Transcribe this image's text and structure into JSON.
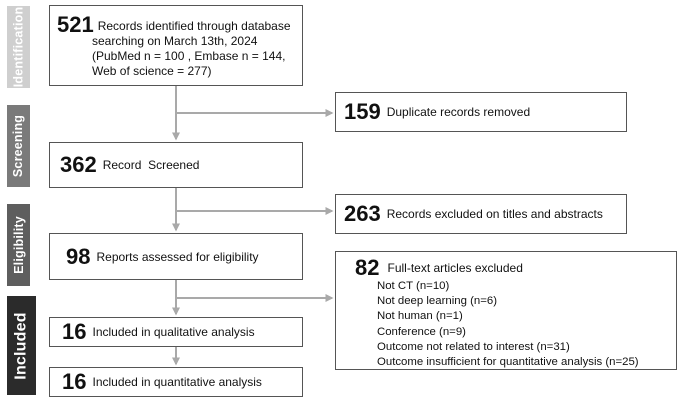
{
  "stages": {
    "identification": "Identification",
    "screening": "Screening",
    "eligibility": "Eligibility",
    "included": "Included"
  },
  "colors": {
    "identification": "#cfcfcf",
    "screening": "#7a7a7a",
    "eligibility": "#5e5e5e",
    "included": "#2b2b2b",
    "arrow": "#a9a9a9",
    "border": "#555555"
  },
  "boxes": {
    "identified": {
      "number": "521",
      "line1": "Records identified through database",
      "line2": "searching on March 13th, 2024",
      "line3": "(PubMed n = 100 , Embase n = 144,",
      "line4": "Web of science = 277)"
    },
    "duplicates": {
      "number": "159",
      "label": "Duplicate records removed"
    },
    "screened": {
      "number": "362",
      "label": "Record  Screened"
    },
    "excluded_titles": {
      "number": "263",
      "label": "Records excluded on titles and abstracts"
    },
    "assessed": {
      "number": "98",
      "label": "Reports assessed for eligibility"
    },
    "fulltext_excluded": {
      "number": "82",
      "label": "Full-text articles excluded",
      "reasons": [
        "Not CT (n=10)",
        "Not deep learning (n=6)",
        "Not human (n=1)",
        "Conference (n=9)",
        "Outcome not related to interest (n=31)",
        "Outcome insufficient for quantitative analysis (n=25)"
      ]
    },
    "qualitative": {
      "number": "16",
      "label": "Included in qualitative analysis"
    },
    "quantitative": {
      "number": "16",
      "label": "Included in quantitative analysis"
    }
  }
}
